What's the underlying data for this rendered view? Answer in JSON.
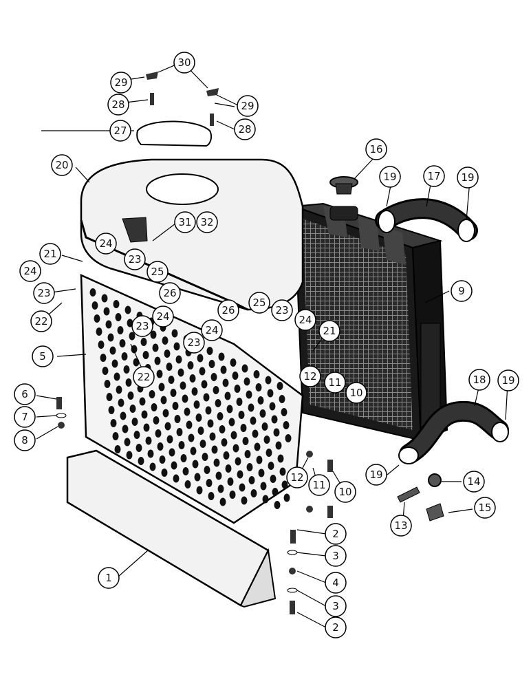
{
  "diagram": {
    "type": "exploded-parts-diagram",
    "subject": "radiator, grille and mounting hardware",
    "callouts": [
      {
        "id": "c1",
        "label": "1"
      },
      {
        "id": "c2a",
        "label": "2"
      },
      {
        "id": "c2b",
        "label": "2"
      },
      {
        "id": "c3a",
        "label": "3"
      },
      {
        "id": "c3b",
        "label": "3"
      },
      {
        "id": "c4",
        "label": "4"
      },
      {
        "id": "c5",
        "label": "5"
      },
      {
        "id": "c6",
        "label": "6"
      },
      {
        "id": "c7",
        "label": "7"
      },
      {
        "id": "c8",
        "label": "8"
      },
      {
        "id": "c9",
        "label": "9"
      },
      {
        "id": "c10a",
        "label": "10"
      },
      {
        "id": "c10b",
        "label": "10"
      },
      {
        "id": "c11a",
        "label": "11"
      },
      {
        "id": "c11b",
        "label": "11"
      },
      {
        "id": "c12a",
        "label": "12"
      },
      {
        "id": "c12b",
        "label": "12"
      },
      {
        "id": "c13",
        "label": "13"
      },
      {
        "id": "c14",
        "label": "14"
      },
      {
        "id": "c15",
        "label": "15"
      },
      {
        "id": "c16",
        "label": "16"
      },
      {
        "id": "c17",
        "label": "17"
      },
      {
        "id": "c18",
        "label": "18"
      },
      {
        "id": "c19a",
        "label": "19"
      },
      {
        "id": "c19b",
        "label": "19"
      },
      {
        "id": "c19c",
        "label": "19"
      },
      {
        "id": "c19d",
        "label": "19"
      },
      {
        "id": "c20",
        "label": "20"
      },
      {
        "id": "c21a",
        "label": "21"
      },
      {
        "id": "c21b",
        "label": "21"
      },
      {
        "id": "c22a",
        "label": "22"
      },
      {
        "id": "c22b",
        "label": "22"
      },
      {
        "id": "c23a",
        "label": "23"
      },
      {
        "id": "c23b",
        "label": "23"
      },
      {
        "id": "c23c",
        "label": "23"
      },
      {
        "id": "c23d",
        "label": "23"
      },
      {
        "id": "c23e",
        "label": "23"
      },
      {
        "id": "c24a",
        "label": "24"
      },
      {
        "id": "c24b",
        "label": "24"
      },
      {
        "id": "c24c",
        "label": "24"
      },
      {
        "id": "c24d",
        "label": "24"
      },
      {
        "id": "c24e",
        "label": "24"
      },
      {
        "id": "c25a",
        "label": "25"
      },
      {
        "id": "c25b",
        "label": "25"
      },
      {
        "id": "c26a",
        "label": "26"
      },
      {
        "id": "c26b",
        "label": "26"
      },
      {
        "id": "c27",
        "label": "27"
      },
      {
        "id": "c28a",
        "label": "28"
      },
      {
        "id": "c28b",
        "label": "28"
      },
      {
        "id": "c29a",
        "label": "29"
      },
      {
        "id": "c29b",
        "label": "29"
      },
      {
        "id": "c30",
        "label": "30"
      },
      {
        "id": "c31",
        "label": "31"
      },
      {
        "id": "c32",
        "label": "32"
      }
    ]
  }
}
